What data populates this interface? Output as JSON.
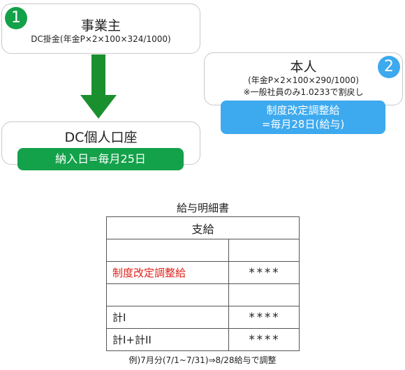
{
  "box1": {
    "number": "1",
    "title": "事業主",
    "formula": "DC掛金(年金P×2×100×324/1000)"
  },
  "box2": {
    "number": "2",
    "title": "本人",
    "formula": "(年金P×2×100×290/1000)",
    "note": "※一般社員のみ1.0233で割戻し",
    "pill_line1": "制度改定調整給",
    "pill_line2": "=毎月28日(給与)"
  },
  "box3": {
    "title": "DC個人口座",
    "pill": "納入日=毎月25日"
  },
  "payslip": {
    "caption": "給与明細書",
    "header": "支給",
    "rows": [
      {
        "label": "",
        "value": ""
      },
      {
        "label": "制度改定調整給",
        "value": "****"
      },
      {
        "label": "",
        "value": ""
      },
      {
        "label": "計I",
        "value": "****"
      },
      {
        "label": "計I+計II",
        "value": "****"
      }
    ],
    "footnote": "例)7月分(7/1~7/31)⇒8/28給与で調整"
  },
  "colors": {
    "green": "#13a14a",
    "dark_green": "#1a8f2e",
    "blue": "#3da9ee",
    "red": "#e0201b"
  }
}
